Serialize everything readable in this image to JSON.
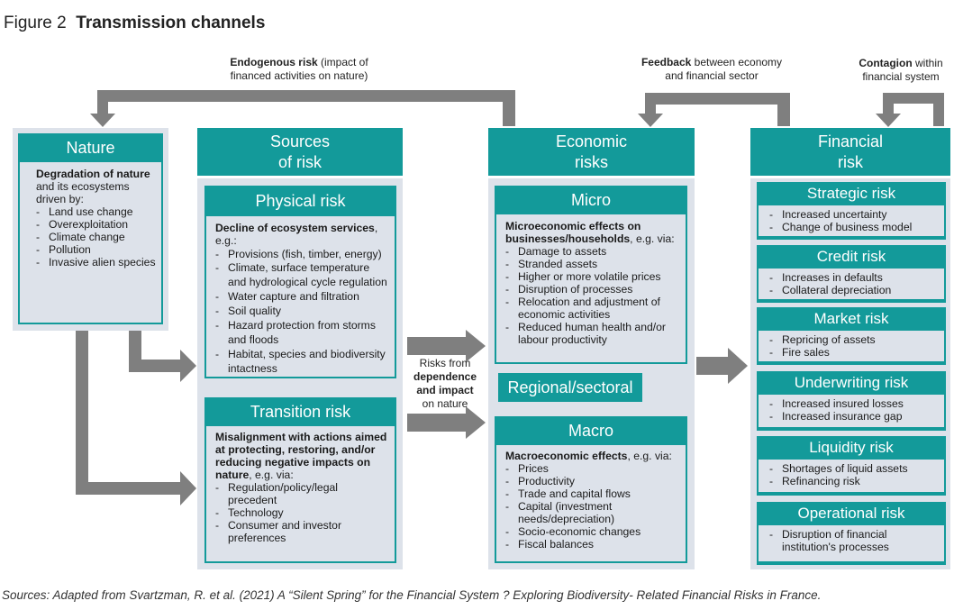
{
  "figure": {
    "label": "Figure 2",
    "title": "Transmission channels",
    "sources": "Sources: Adapted from Svartzman, R. et al. (2021) A “Silent Spring” for the Financial System ? Exploring Biodiversity- Related Financial Risks in France."
  },
  "feedback_labels": {
    "endogenous_bold": "Endogenous risk",
    "endogenous_rest": " (impact of",
    "endogenous_line2": "financed activities on nature)",
    "feedback_bold": "Feedback",
    "feedback_rest": " between economy",
    "feedback_line2": "and financial sector",
    "contagion_bold": "Contagion",
    "contagion_rest": " within",
    "contagion_line2": "financial system"
  },
  "nature": {
    "title": "Nature",
    "intro_bold": "Degradation of nature",
    "intro_line2": "and its ecosystems",
    "intro_line3": "driven by:",
    "items": [
      "Land use change",
      "Overexploitation",
      "Climate change",
      "Pollution",
      "Invasive alien species"
    ]
  },
  "sources_of_risk": {
    "title_line1": "Sources",
    "title_line2": "of risk",
    "physical": {
      "title": "Physical risk",
      "intro_bold": "Decline of ecosystem services",
      "intro_rest": ", e.g.:",
      "items": [
        "Provisions (fish, timber, energy)",
        "Climate, surface temperature and hydrological cycle regulation",
        "Water capture and filtration",
        "Soil quality",
        "Hazard protection from storms and floods",
        "Habitat, species and biodiversity intactness"
      ]
    },
    "transition": {
      "title": "Transition risk",
      "intro_bold": "Misalignment with actions aimed at protecting, restoring, and/or reducing negative impacts on nature",
      "intro_rest": ", e.g. via:",
      "items": [
        "Regulation/policy/legal precedent",
        "Technology",
        "Consumer and investor preferences"
      ]
    }
  },
  "mid_label": {
    "line1": "Risks from",
    "line2_bold": "dependence",
    "line3_bold": "and impact",
    "line4": "on nature"
  },
  "economic": {
    "title_line1": "Economic",
    "title_line2": "risks",
    "micro": {
      "title": "Micro",
      "intro_bold": "Microeconomic effects on businesses/households",
      "intro_rest": ", e.g. via:",
      "items": [
        "Damage to assets",
        "Stranded assets",
        "Higher or more volatile prices",
        "Disruption of processes",
        "Relocation and adjustment of economic activities",
        "Reduced human health and/or labour productivity"
      ]
    },
    "regional": "Regional/sectoral",
    "macro": {
      "title": "Macro",
      "intro_bold": "Macroeconomic effects",
      "intro_rest": ", e.g. via:",
      "items": [
        "Prices",
        "Productivity",
        "Trade and capital flows",
        "Capital (investment needs/depreciation)",
        "Socio-economic changes",
        "Fiscal balances"
      ]
    }
  },
  "financial": {
    "title_line1": "Financial",
    "title_line2": "risk",
    "risks": [
      {
        "title": "Strategic risk",
        "items": [
          "Increased uncertainty",
          "Change of business model"
        ]
      },
      {
        "title": "Credit risk",
        "items": [
          "Increases in defaults",
          "Collateral depreciation"
        ]
      },
      {
        "title": "Market risk",
        "items": [
          "Repricing of assets",
          "Fire sales"
        ]
      },
      {
        "title": "Underwriting risk",
        "items": [
          "Increased insured losses",
          "Increased insurance gap"
        ]
      },
      {
        "title": "Liquidity risk",
        "items": [
          "Shortages of liquid assets",
          "Refinancing risk"
        ]
      },
      {
        "title": "Operational risk",
        "items": [
          "Disruption of financial institution's processes"
        ]
      }
    ]
  },
  "colors": {
    "teal": "#139a9a",
    "panel": "#dde2ea",
    "arrow": "#7f7f7f"
  }
}
